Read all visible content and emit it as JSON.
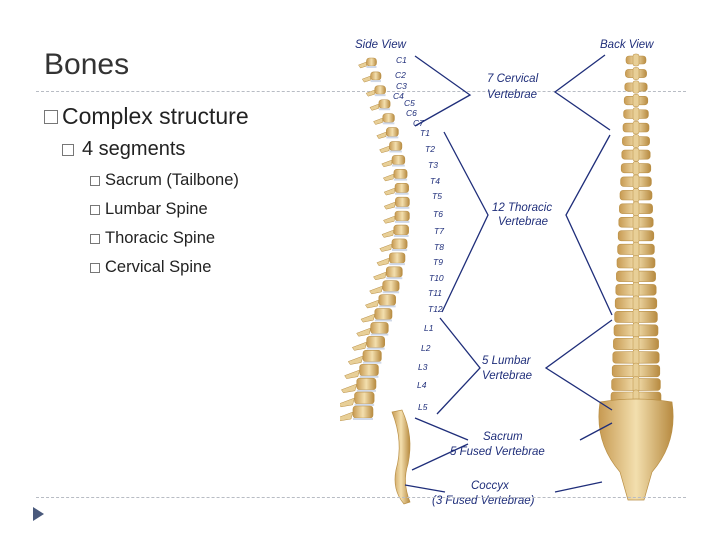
{
  "slide": {
    "title": "Bones",
    "bullet": "Complex structure",
    "sub_bullet": "4 segments",
    "sub_items": [
      "Sacrum (Tailbone)",
      "Lumbar Spine",
      "Thoracic Spine",
      "Cervical Spine"
    ]
  },
  "figure": {
    "side_view_label": "Side View",
    "back_view_label": "Back View",
    "vertebra_labels": [
      "C1",
      "C2",
      "C3",
      "C4",
      "C5",
      "C6",
      "C7",
      "T1",
      "T2",
      "T3",
      "T4",
      "T5",
      "T6",
      "T7",
      "T8",
      "T9",
      "T10",
      "T11",
      "T12",
      "L1",
      "L2",
      "L3",
      "L4",
      "L5"
    ],
    "regions": [
      {
        "line1": "7 Cervical",
        "line2": "Vertebrae"
      },
      {
        "line1": "12 Thoracic",
        "line2": "Vertebrae"
      },
      {
        "line1": "5 Lumbar",
        "line2": "Vertebrae"
      },
      {
        "line1": "Sacrum",
        "line2": "5 Fused Vertebrae"
      },
      {
        "line1": "Coccyx",
        "line2": "(3 Fused Vertebrae)"
      }
    ],
    "colors": {
      "label_text": "#1f2e7a",
      "bone": "#e8cf97",
      "bone_dark": "#b98f45",
      "disc": "#cfd8e8"
    }
  },
  "icons": {
    "nav": "next-slide-arrow-icon",
    "bullet": "hollow-square-bullet-icon"
  }
}
